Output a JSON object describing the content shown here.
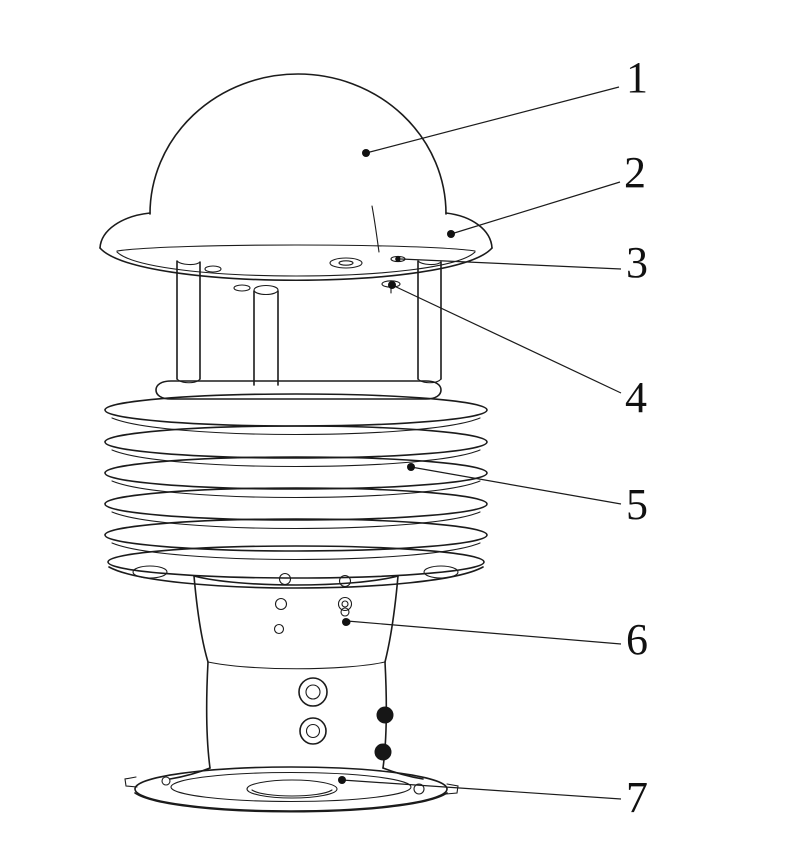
{
  "figure": {
    "background": "#ffffff",
    "line_color": "#1b1b1b",
    "dot_color": "#111111"
  },
  "callouts": [
    {
      "label": "1"
    },
    {
      "label": "2"
    },
    {
      "label": "3"
    },
    {
      "label": "4"
    },
    {
      "label": "5"
    },
    {
      "label": "6"
    },
    {
      "label": "7"
    }
  ]
}
